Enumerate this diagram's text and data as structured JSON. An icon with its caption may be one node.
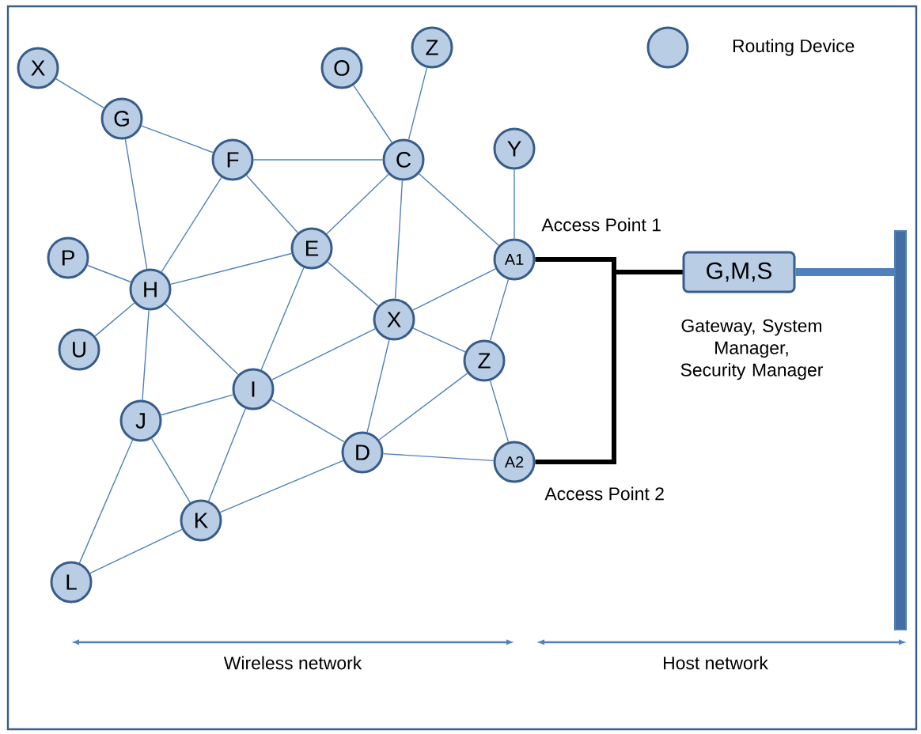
{
  "diagram": {
    "nodes": [
      {
        "text": [
          "X"
        ]
      },
      {
        "text": [
          "G"
        ]
      },
      {
        "text": [
          "F"
        ]
      },
      {
        "text": [
          "O"
        ]
      },
      {
        "text": [
          "Z"
        ]
      },
      {
        "text": [
          "C"
        ]
      },
      {
        "text": [
          "Y"
        ]
      },
      {
        "text": [
          "P"
        ]
      },
      {
        "text": [
          "H"
        ]
      },
      {
        "text": [
          "E"
        ]
      },
      {
        "text": [
          "A1"
        ],
        "beside": [
          "Access Point 1"
        ]
      },
      {
        "text": [
          "U"
        ]
      },
      {
        "text": [
          "X"
        ]
      },
      {
        "text": [
          "Z"
        ]
      },
      {
        "text": [
          "I"
        ]
      },
      {
        "text": [
          "J"
        ]
      },
      {
        "text": [
          "D"
        ]
      },
      {
        "text": [
          "A2"
        ],
        "beside": [
          "Access Point 2"
        ]
      },
      {
        "text": [
          "K"
        ]
      },
      {
        "text": [
          "L"
        ]
      },
      {
        "text": [
          "G,M,S"
        ],
        "beside": [
          "Gateway, System Manager, Security Manager"
        ]
      },
      {
        "text": [],
        "shape": "bar"
      }
    ],
    "edges": [
      {
        "from": 0,
        "to": 1,
        "arrow": "none"
      },
      {
        "from": 1,
        "to": 2,
        "arrow": "none"
      },
      {
        "from": 1,
        "to": 8,
        "arrow": "none"
      },
      {
        "from": 2,
        "to": 5,
        "arrow": "none"
      },
      {
        "from": 2,
        "to": 8,
        "arrow": "none"
      },
      {
        "from": 2,
        "to": 9,
        "arrow": "none"
      },
      {
        "from": 3,
        "to": 5,
        "arrow": "none"
      },
      {
        "from": 4,
        "to": 5,
        "arrow": "none"
      },
      {
        "from": 5,
        "to": 9,
        "arrow": "none"
      },
      {
        "from": 5,
        "to": 12,
        "arrow": "none"
      },
      {
        "from": 5,
        "to": 10,
        "arrow": "none"
      },
      {
        "from": 6,
        "to": 10,
        "arrow": "none"
      },
      {
        "from": 7,
        "to": 8,
        "arrow": "none"
      },
      {
        "from": 8,
        "to": 9,
        "arrow": "none"
      },
      {
        "from": 8,
        "to": 11,
        "arrow": "none"
      },
      {
        "from": 8,
        "to": 15,
        "arrow": "none"
      },
      {
        "from": 8,
        "to": 14,
        "arrow": "none"
      },
      {
        "from": 9,
        "to": 12,
        "arrow": "none"
      },
      {
        "from": 9,
        "to": 14,
        "arrow": "none"
      },
      {
        "from": 12,
        "to": 10,
        "arrow": "none"
      },
      {
        "from": 12,
        "to": 13,
        "arrow": "none"
      },
      {
        "from": 12,
        "to": 16,
        "arrow": "none"
      },
      {
        "from": 13,
        "to": 10,
        "arrow": "none"
      },
      {
        "from": 13,
        "to": 16,
        "arrow": "none"
      },
      {
        "from": 13,
        "to": 17,
        "arrow": "none"
      },
      {
        "from": 14,
        "to": 12,
        "arrow": "none"
      },
      {
        "from": 14,
        "to": 15,
        "arrow": "none"
      },
      {
        "from": 14,
        "to": 16,
        "arrow": "none"
      },
      {
        "from": 14,
        "to": 18,
        "arrow": "none"
      },
      {
        "from": 15,
        "to": 18,
        "arrow": "none"
      },
      {
        "from": 15,
        "to": 19,
        "arrow": "none"
      },
      {
        "from": 16,
        "to": 17,
        "arrow": "none"
      },
      {
        "from": 16,
        "to": 18,
        "arrow": "none"
      },
      {
        "from": 18,
        "to": 19,
        "arrow": "none"
      },
      {
        "from": 10,
        "to": 20,
        "arrow": "none",
        "style": "thick",
        "color": "#000000"
      },
      {
        "from": 17,
        "to": 20,
        "arrow": "none",
        "style": "thick",
        "color": "#000000"
      },
      {
        "from": 20,
        "to": 21,
        "arrow": "none",
        "style": "thick"
      }
    ],
    "labels": [
      "Wireless network",
      "Host network"
    ],
    "legend": [
      {
        "text": "Routing Device"
      }
    ]
  }
}
